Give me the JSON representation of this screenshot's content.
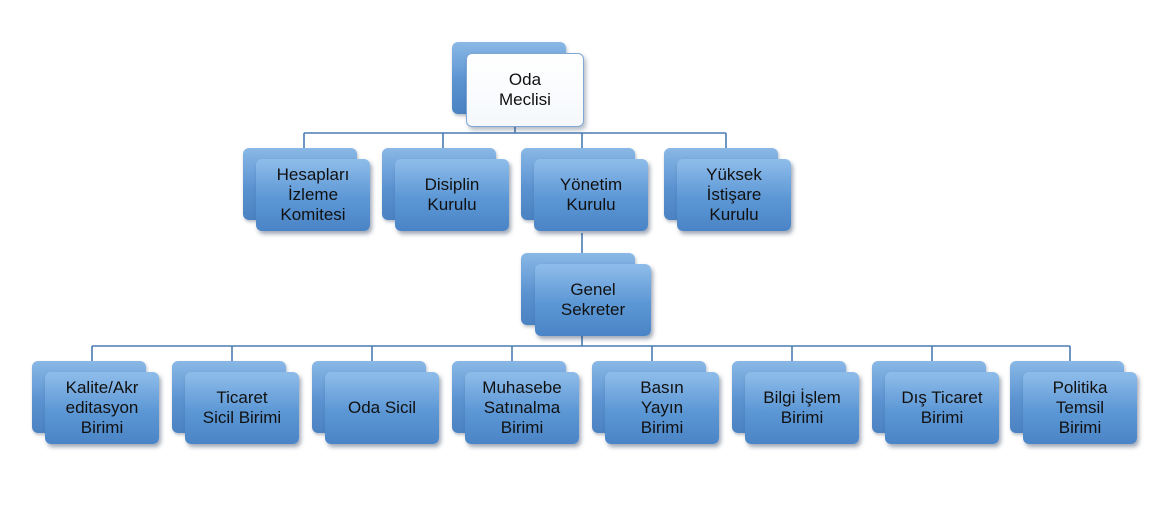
{
  "root": {
    "label": "Oda\nMeclisi"
  },
  "level1": [
    {
      "label": "Hesapları\nİzleme\nKomitesi"
    },
    {
      "label": "Disiplin\nKurulu"
    },
    {
      "label": "Yönetim\nKurulu"
    },
    {
      "label": "Yüksek\nİstişare\nKurulu"
    }
  ],
  "secretary": {
    "label": "Genel\nSekreter"
  },
  "units": [
    {
      "label": "Kalite/Akr\neditasyon\nBirimi"
    },
    {
      "label": "Ticaret\nSicil Birimi"
    },
    {
      "label": "Oda Sicil"
    },
    {
      "label": "Muhasebe\nSatınalma\nBirimi"
    },
    {
      "label": "Basın\nYayın\nBirimi"
    },
    {
      "label": "Bilgi İşlem\nBirimi"
    },
    {
      "label": "Dış Ticaret\nBirimi"
    },
    {
      "label": "Politika\nTemsil\nBirimi"
    }
  ],
  "colors": {
    "node": "#5b93d1",
    "connector": "#4a7bb3",
    "root_fill": "#ffffff"
  }
}
